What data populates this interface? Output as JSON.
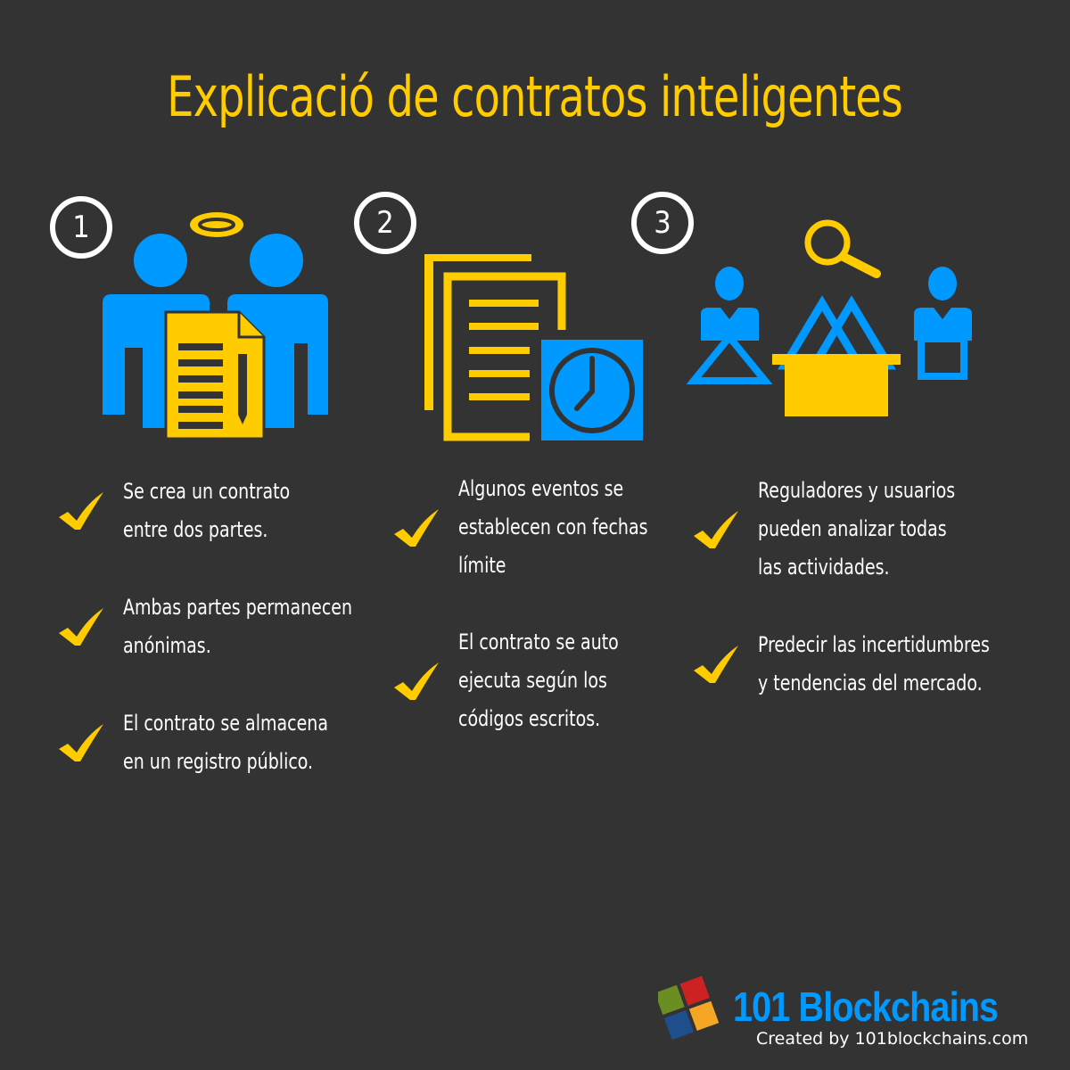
{
  "title": "Explicació de contratos inteligentes",
  "colors": {
    "background": "#333333",
    "accent_yellow": "#FFCC00",
    "accent_blue": "#0099FF",
    "text": "#FFFFFF"
  },
  "steps": [
    {
      "number": "1",
      "icon": "two-people-contract-icon",
      "items": [
        {
          "icon": "check-icon",
          "text": "Se crea un contrato\nentre dos partes."
        },
        {
          "icon": "check-icon",
          "text": "Ambas partes permanecen\nanónimas."
        },
        {
          "icon": "check-icon",
          "text": "El contrato se almacena\nen un registro público."
        }
      ]
    },
    {
      "number": "2",
      "icon": "documents-clock-icon",
      "items": [
        {
          "icon": "check-icon",
          "text": "Algunos eventos se\nestablecen con fechas\nlímite"
        },
        {
          "icon": "check-icon",
          "text": "El contrato se auto\nejecuta según los\ncódigos escritos."
        }
      ]
    },
    {
      "number": "3",
      "icon": "regulators-analysis-icon",
      "items": [
        {
          "icon": "check-icon",
          "text": "Reguladores y usuarios\npueden analizar todas\nlas actividades."
        },
        {
          "icon": "check-icon",
          "text": "Predecir las incertidumbres\ny tendencias del mercado."
        }
      ]
    }
  ],
  "footer": {
    "brand": "101 Blockchains",
    "byline": "Created by 101blockchains.com"
  }
}
